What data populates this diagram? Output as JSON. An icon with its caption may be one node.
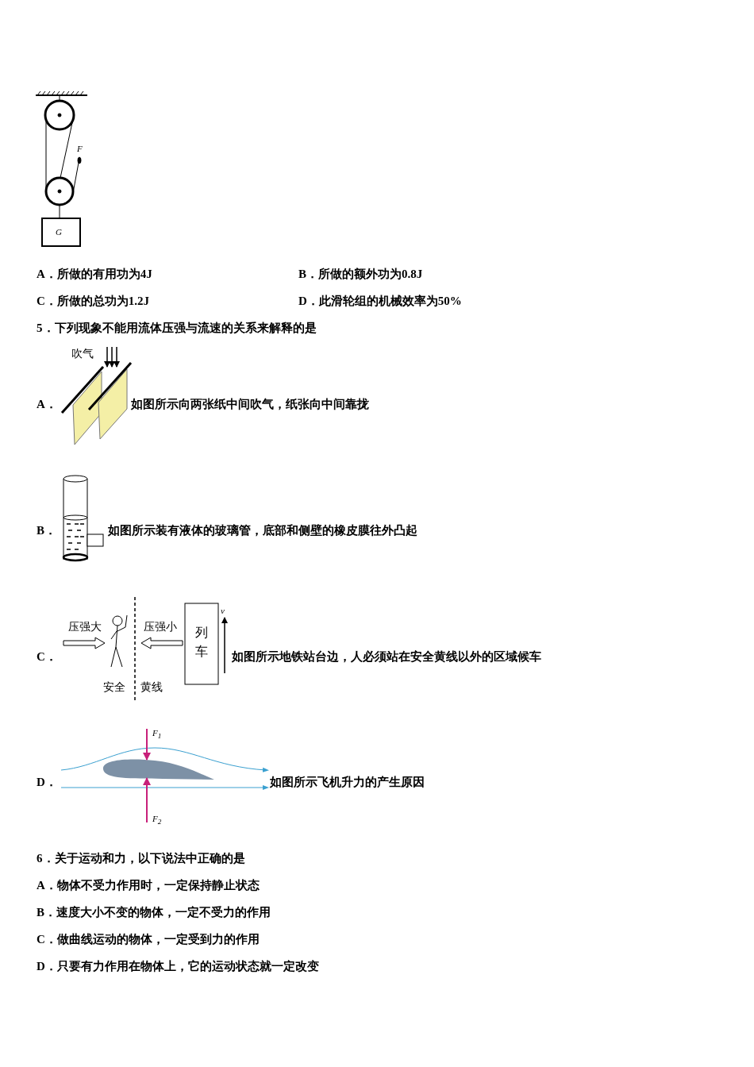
{
  "diagram": {
    "labels": [
      "F",
      "G",
      "A．所做的有用功为4J",
      "B．所做的额外功为0.8J",
      "C．所做的总功为1.2J",
      "D．此滑轮组的机械效率为50%",
      "5．下列现象不能用流体压强与流速的关系来解释的是",
      "吹气",
      "A．",
      "如图所示向两张纸中间吹气，纸张向中间靠拢",
      "B．",
      "如图所示装有液体的玻璃管，底部和侧壁的橡皮膜往外凸起",
      "v",
      "压强大",
      "压强小",
      "列车",
      "C．",
      "安全",
      "黄线",
      "如图所示地铁站台边，人必须站在安全黄线以外的区域候车",
      "F$_{1}$",
      "D．",
      "如图所示飞机升力的产生原因",
      "F$_{2}$",
      "6．关于运动和力，以下说法中正确的是",
      "A．物体不受力作用时，一定保持静止状态",
      "B．速度大小不变的物体，一定不受力的作用",
      "C．做曲线运动的物体，一定受到力的作用",
      "D．只要有力作用在物体上，它的运动状态就一定改变"
    ]
  }
}
